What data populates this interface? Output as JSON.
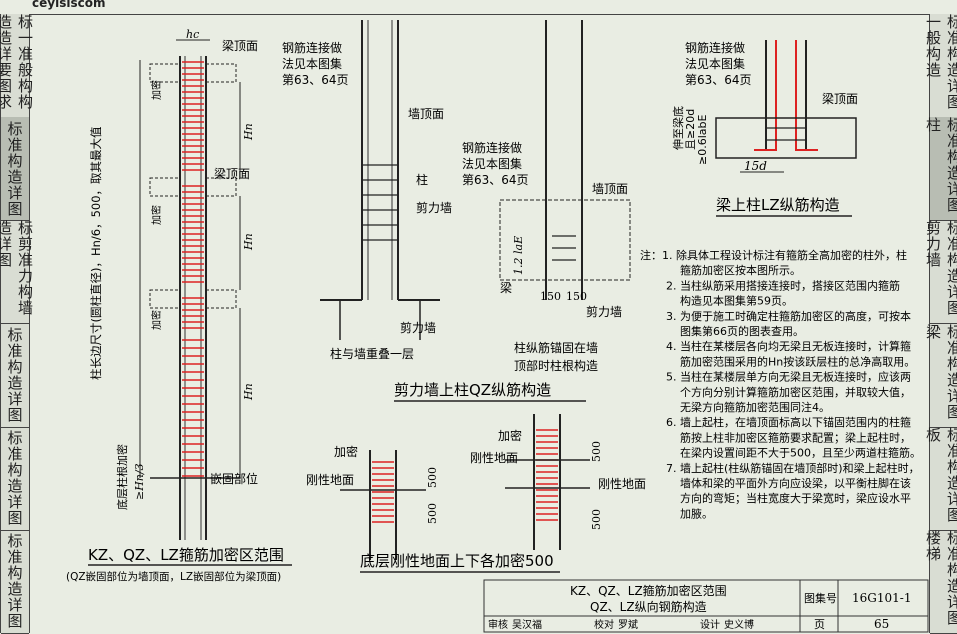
{
  "logo": "ceyisiscom",
  "sidebar_left": [
    "标一准般构构造造详要图求",
    "标准构造详图",
    "标剪准力构墙造详图",
    "标准构造详图",
    "标准构造详图",
    "标准构造详图"
  ],
  "sidebar_right": [
    "标准构造详图一般构造",
    "标准构造详图柱",
    "标准构造详图剪力墙",
    "标准构造详图梁",
    "标准构造详图板",
    "标准构造详图楼梯"
  ],
  "kz_figure": {
    "hc": "hc",
    "beam_top_1": "梁顶面",
    "beam_top_2": "梁顶面",
    "jiami": "加密",
    "hn": "Hn",
    "col_long_side": "柱长边尺寸(圆柱直径)，Hn/6，500，取其最大值",
    "bottom_root": "底层柱根加密",
    "hn3": "≥Hn/3",
    "embed_pos": "嵌固部位",
    "title": "KZ、QZ、LZ箍筋加密区范围",
    "subtitle": "(QZ嵌固部位为墙顶面，LZ嵌固部位为梁顶面)"
  },
  "qz_figure": {
    "rebar_ref_1": "钢筋连接做",
    "rebar_ref_2": "法见本图集",
    "rebar_ref_3": "第63、64页",
    "wall_top": "墙顶面",
    "column": "柱",
    "shear_wall": "剪力墙",
    "shear_wall_2": "剪力墙",
    "overlap_note": "柱与墙重叠一层",
    "anchor_note_1": "柱纵筋锚固在墙",
    "anchor_note_2": "顶部时柱根构造",
    "beam": "梁",
    "dim_150_a": "150",
    "dim_150_b": "150",
    "dim_lae": "1.2 laE",
    "title": "剪力墙上柱QZ纵筋构造"
  },
  "lz_figure": {
    "rebar_ref_1": "钢筋连接做",
    "rebar_ref_2": "法见本图集",
    "rebar_ref_3": "第63、64页",
    "beam_top": "梁顶面",
    "anchor_1": "伸至梁底",
    "anchor_2": "且≥20d",
    "anchor_3": "≥0.6labE",
    "dim_15d": "15d",
    "title": "梁上柱LZ纵筋构造"
  },
  "ground_figure": {
    "jiami_1": "加密",
    "jiami_2": "加密",
    "rigid_1": "刚性地面",
    "rigid_2": "刚性地面",
    "rigid_3": "刚性地面",
    "d500_a": "500",
    "d500_b": "500",
    "d500_c": "500",
    "d500_d": "500",
    "title": "底层刚性地面上下各加密500"
  },
  "notes": [
    "注：1. 除具体工程设计标注有箍筋全高加密的柱外，柱",
    "箍筋加密区按本图所示。",
    "2. 当柱纵筋采用搭接连接时，搭接区范围内箍筋",
    "构造见本图集第59页。",
    "3. 为便于施工时确定柱箍筋加密区的高度，可按本",
    "图集第66页的图表查用。",
    "4. 当柱在某楼层各向均无梁且无板连接时，计算箍",
    "筋加密范围采用的Hn按该跃层柱的总净高取用。",
    "5. 当柱在某楼层单方向无梁且无板连接时，应该两",
    "个方向分别计算箍筋加密区范围，并取较大值，",
    "无梁方向箍筋加密范围同注4。",
    "6. 墙上起柱，在墙顶面标高以下锚固范围内的柱箍",
    "筋按上柱非加密区箍筋要求配置；梁上起柱时，",
    "在梁内设置间距不大于500，且至少两道柱箍筋。",
    "7. 墙上起柱(柱纵筋锚固在墙顶部时)和梁上起柱时，",
    "墙体和梁的平面外方向应设梁，以平衡柱脚在该",
    "方向的弯矩；当柱宽度大于梁宽时，梁应设水平",
    "加腋。"
  ],
  "title_block": {
    "line1": "KZ、QZ、LZ箍筋加密区范围",
    "line2": "QZ、LZ纵向钢筋构造",
    "atlas_label": "图集号",
    "atlas_no": "16G101-1",
    "page_label": "页",
    "page_no": "65",
    "review_label": "审核",
    "review_name": "吴汉福",
    "check_label": "校对",
    "check_name": "罗斌",
    "design_label": "设计",
    "design_name": "史义博"
  }
}
